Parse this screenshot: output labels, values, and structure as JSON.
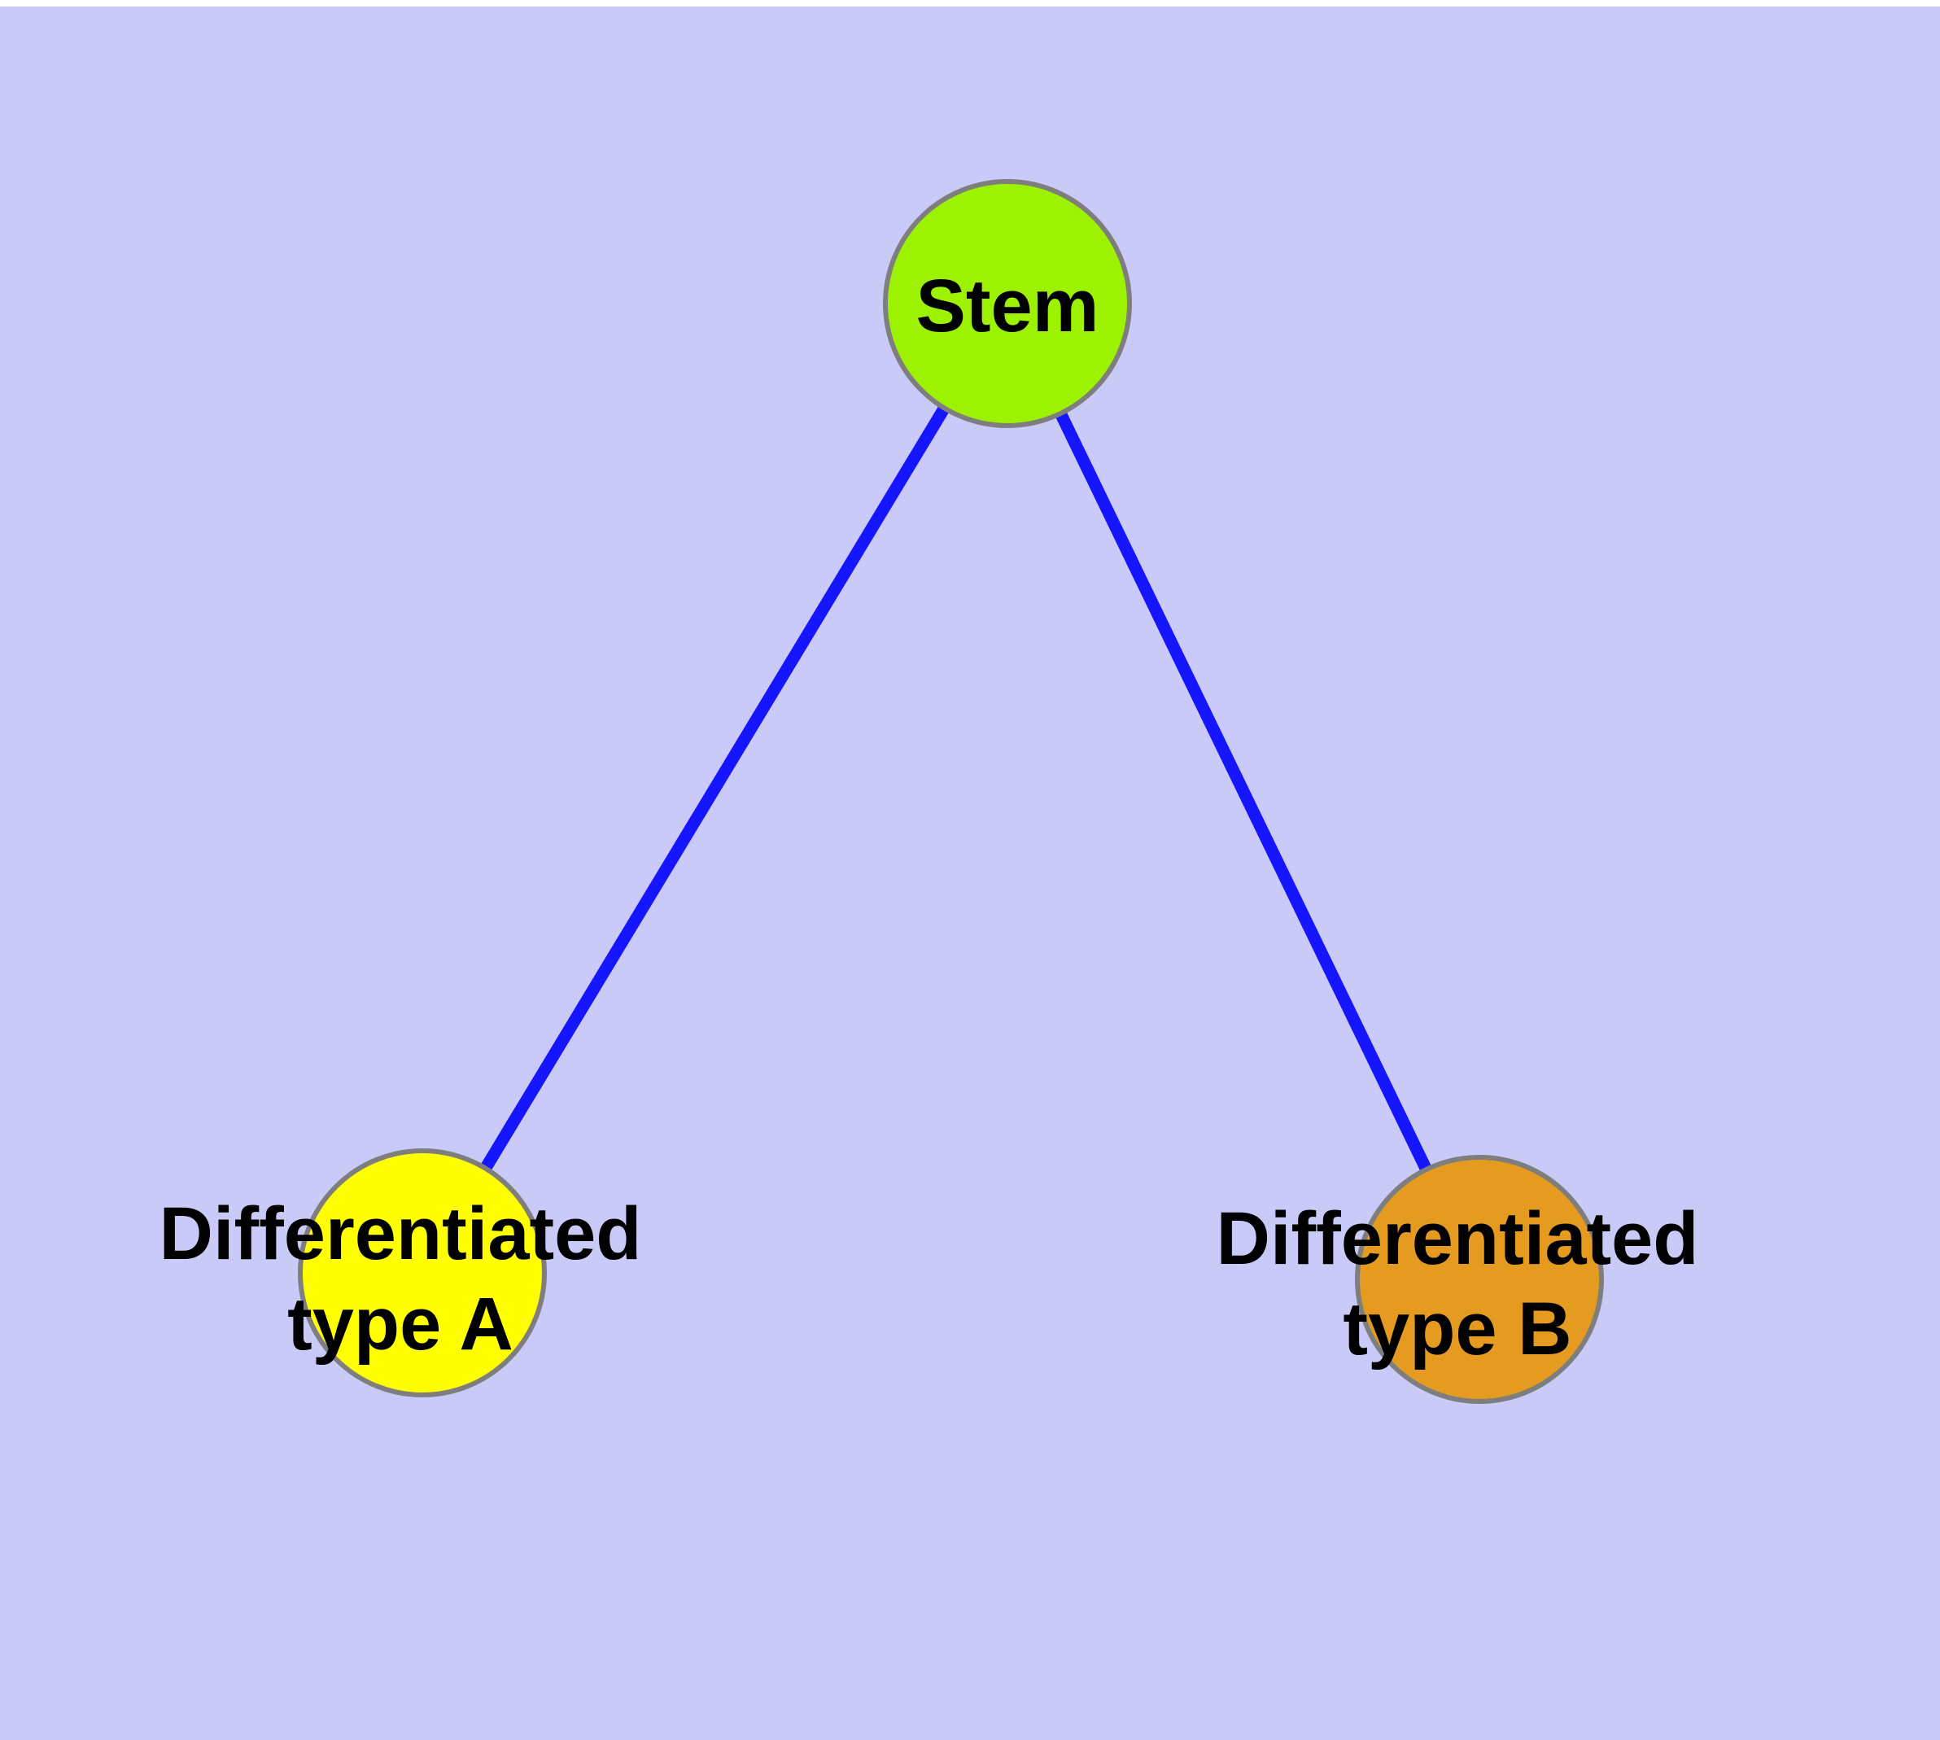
{
  "canvas": {
    "background_color": "#CACAF8",
    "top_margin_color": "#FFFFFF"
  },
  "graph": {
    "node_border_color": "#7E7E7E",
    "edge_color": "#1515FF",
    "nodes": {
      "stem": {
        "label": "Stem",
        "fill": "#9CF201"
      },
      "differentiated_a": {
        "label_line1": "Differentiated",
        "label_line2": "type A",
        "fill": "#FFFF00"
      },
      "differentiated_b": {
        "label_line1": "Differentiated",
        "label_line2": "type B",
        "fill": "#E49B20"
      }
    },
    "edges": [
      {
        "from": "stem",
        "to": "differentiated_a"
      },
      {
        "from": "stem",
        "to": "differentiated_b"
      }
    ]
  }
}
